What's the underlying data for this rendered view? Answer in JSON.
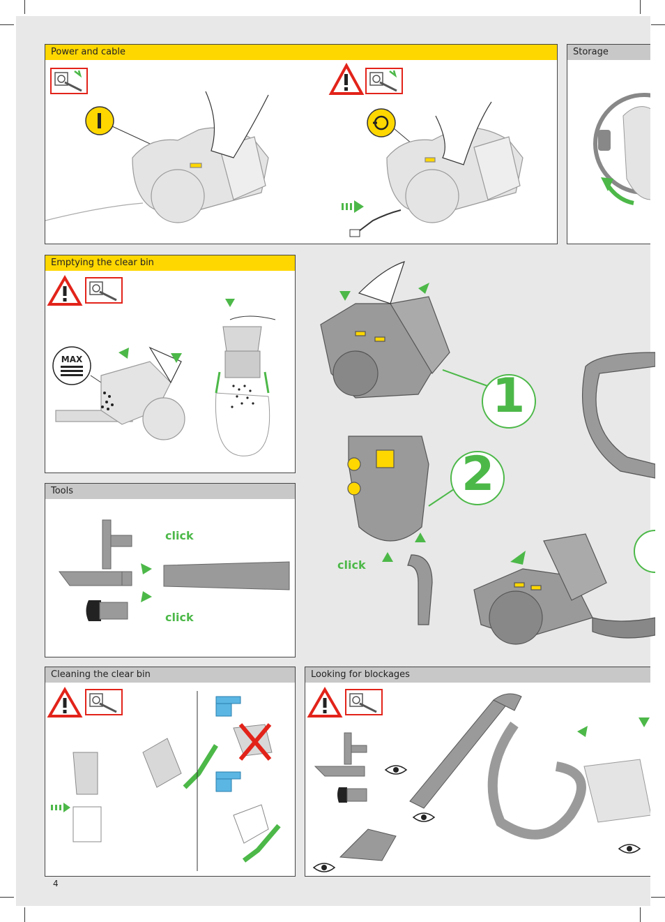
{
  "page": {
    "number": "4",
    "colors": {
      "yellow": "#ffd700",
      "green": "#4cb848",
      "red": "#e2231a",
      "grey": "#9a9a9a",
      "background": "#e8e8e8"
    }
  },
  "panels": {
    "power": {
      "title": "Power and cable"
    },
    "storage": {
      "title": "Storage"
    },
    "emptying": {
      "title": "Emptying the clear bin",
      "max_label": "MAX"
    },
    "tools": {
      "title": "Tools",
      "click_top": "click",
      "click_bottom": "click"
    },
    "cleaning": {
      "title": "Cleaning the clear bin"
    },
    "blockages": {
      "title": "Looking for blockages"
    }
  },
  "center": {
    "step1": "1",
    "step2": "2",
    "click": "click"
  },
  "icons": [
    "warning-icon",
    "unplug-icon",
    "power-on-icon",
    "cable-rewind-icon",
    "eye-icon",
    "check-icon",
    "cross-icon",
    "tap-icon"
  ]
}
